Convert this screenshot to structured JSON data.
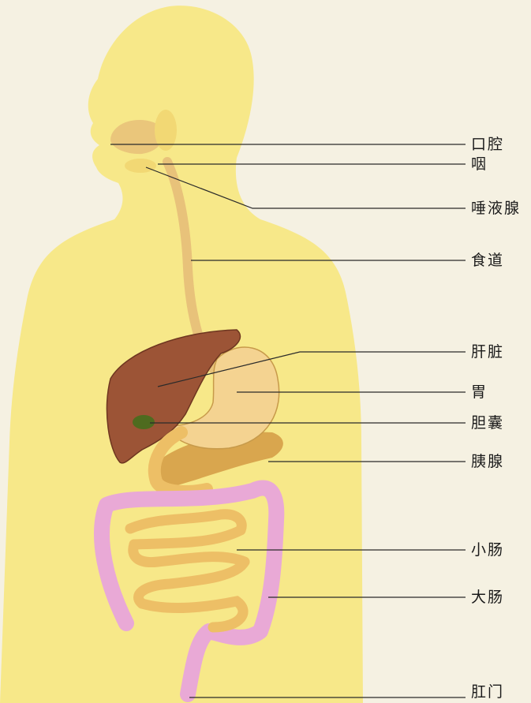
{
  "labels": {
    "mouth": "口腔",
    "pharynx": "咽",
    "salivary_glands": "唾液腺",
    "esophagus": "食道",
    "liver": "肝脏",
    "stomach": "胃",
    "gallbladder": "胆囊",
    "pancreas": "胰腺",
    "small_intestine": "小肠",
    "large_intestine": "大肠",
    "anus": "肛门"
  },
  "colors": {
    "body": "#f7e889",
    "background": "#f5f1e2",
    "liver": "#9c5436",
    "stomach": "#f4d391",
    "intestine": "#edbf66",
    "colon": "#e9a9d6",
    "gallbladder": "#4e6b1f",
    "line": "#2a2a2a"
  }
}
